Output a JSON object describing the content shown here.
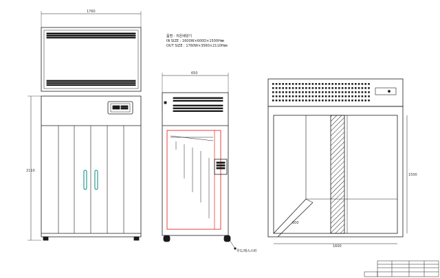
{
  "spec": {
    "name_line": "품명 : 저온배양기",
    "in_size": "IN SIZE : 1600W×600D×1500H㎜",
    "out_size": "OUT SIZE : 1760W×3560×2110H㎜"
  },
  "dimensions": {
    "front_width": "1760",
    "front_height": "2110",
    "side_width": "650",
    "section_height": "1500",
    "section_width": "1600",
    "diag_label": "600"
  },
  "callouts": {
    "caster": "우드/레스스바"
  },
  "colors": {
    "line": "#1a1a1a",
    "red_outline": "#e8403a",
    "handle": "#2a9d94",
    "hatch": "#222222"
  }
}
